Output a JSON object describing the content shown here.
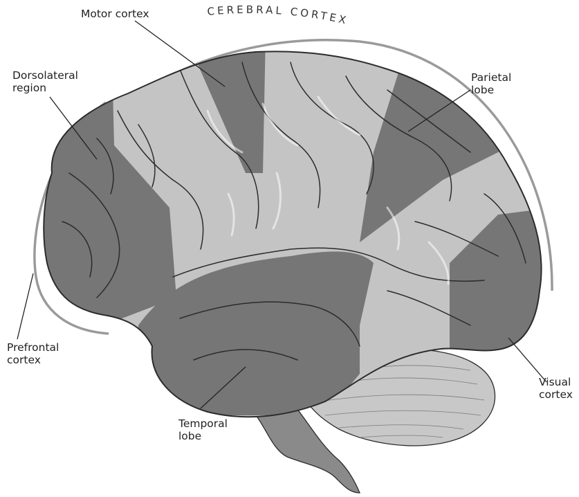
{
  "diagram": {
    "arc_label": "CEREBRAL CORTEX",
    "labels": {
      "motor_cortex": "Motor cortex",
      "dorsolateral_line1": "Dorsolateral",
      "dorsolateral_line2": "region",
      "parietal_line1": "Parietal",
      "parietal_line2": "lobe",
      "prefrontal_line1": "Prefrontal",
      "prefrontal_line2": "cortex",
      "temporal_line1": "Temporal",
      "temporal_line2": "lobe",
      "visual_line1": "Visual",
      "visual_line2": "cortex"
    },
    "colors": {
      "highlight_region": "#767676",
      "base_region": "#c4c4c4",
      "cerebellum": "#c8c8c8",
      "brainstem": "#8a8a8a",
      "outline": "#2b2b2b",
      "arc": "#9a9a9a"
    }
  }
}
